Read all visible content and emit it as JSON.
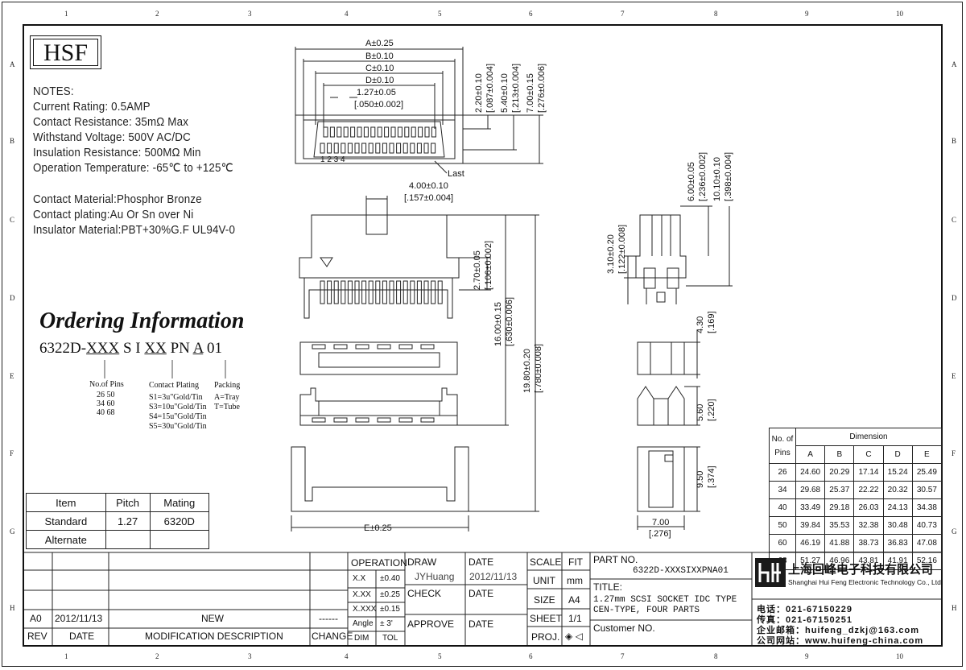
{
  "logo": "HSF",
  "zones": {
    "numbers": [
      "1",
      "2",
      "3",
      "4",
      "5",
      "6",
      "7",
      "8",
      "9",
      "10"
    ],
    "letters": [
      "A",
      "B",
      "C",
      "D",
      "E",
      "F",
      "G",
      "H"
    ]
  },
  "notes": {
    "heading": "NOTES:",
    "lines": [
      "Current Rating: 0.5AMP",
      "Contact Resistance: 35mΩ Max",
      "Withstand Voltage: 500V AC/DC",
      "Insulation Resistance: 500MΩ Min",
      "Operation Temperature: -65℃ to +125℃"
    ],
    "materials": [
      "Contact Material:Phosphor Bronze",
      "Contact plating:Au Or Sn over Ni",
      "Insulator Material:PBT+30%G.F UL94V-0"
    ]
  },
  "ordering": {
    "title": "Ordering Information",
    "pn_prefix": "6322D-",
    "pn_pins": "XXX",
    "pn_si": "S I",
    "pn_plating": "XX",
    "pn_pn": "PN",
    "pn_pack": "A",
    "pn_suffix": "01",
    "pins_label": "No.of Pins",
    "pins_rows": [
      "26  50",
      "34  60",
      "40  68"
    ],
    "plating_label": "Contact Plating",
    "plating_rows": [
      "S1=3u\"Gold/Tin",
      "S3=10u\"Gold/Tin",
      "S4=15u\"Gold/Tin",
      "S5=30u\"Gold/Tin"
    ],
    "packing_label": "Packing",
    "packing_rows": [
      "A=Tray",
      "T=Tube"
    ]
  },
  "pitch_table": {
    "headers": [
      "Item",
      "Pitch",
      "Mating"
    ],
    "rows": [
      [
        "Standard",
        "1.27",
        "6320D"
      ],
      [
        "Alternate",
        "",
        ""
      ]
    ]
  },
  "dim_table": {
    "col1": "No. of",
    "col1b": "Pins",
    "group": "Dimension",
    "cols": [
      "A",
      "B",
      "C",
      "D",
      "E"
    ],
    "rows": [
      [
        "26",
        "24.60",
        "20.29",
        "17.14",
        "15.24",
        "25.49"
      ],
      [
        "34",
        "29.68",
        "25.37",
        "22.22",
        "20.32",
        "30.57"
      ],
      [
        "40",
        "33.49",
        "29.18",
        "26.03",
        "24.13",
        "34.38"
      ],
      [
        "50",
        "39.84",
        "35.53",
        "32.38",
        "30.48",
        "40.73"
      ],
      [
        "60",
        "46.19",
        "41.88",
        "38.73",
        "36.83",
        "47.08"
      ],
      [
        "68",
        "51.27",
        "46.96",
        "43.81",
        "41.91",
        "52.16"
      ]
    ]
  },
  "dims": {
    "a": "A±0.25",
    "b": "B±0.10",
    "c": "C±0.10",
    "d": "D±0.10",
    "pitch1": "1.27±0.05",
    "pitch2": "[.050±0.002]",
    "v1a": "2.20±0.10",
    "v1b": "[.087±0.004]",
    "v2a": "5.40±0.10",
    "v2b": "[.213±0.004]",
    "v3a": "7.00±0.15",
    "v3b": "[.276±0.006]",
    "last": "Last",
    "pin_nums": "1  2  3  4",
    "w4a": "4.00±0.10",
    "w4b": "[.157±0.004]",
    "h27a": "2.70±0.05",
    "h27b": "[.106±0.002]",
    "h16a": "16.00±0.15",
    "h16b": "[.630±0.006]",
    "h198a": "19.80±0.20",
    "h198b": "[.780±0.008]",
    "e": "E±0.25",
    "s6a": "6.00±0.05",
    "s6b": "[.236±0.002]",
    "s10a": "10.10±0.10",
    "s10b": "[.398±0.004]",
    "s31a": "3.10±0.20",
    "s31b": "[.122±0.008]",
    "s43a": "4.30",
    "s43b": "[.169]",
    "s56a": "5.60",
    "s56b": "[.220]",
    "s95a": "9.50",
    "s95b": "[.374]",
    "s7a": "7.00",
    "s7b": "[.276]"
  },
  "title_block": {
    "operation": "OPERATION",
    "tol_rows": [
      [
        "X.X",
        "±0.40"
      ],
      [
        "X.XX",
        "±0.25"
      ],
      [
        "X.XXX",
        "±0.15"
      ],
      [
        "Angle",
        "± 3'"
      ]
    ],
    "dim": "DIM",
    "tol": "TOL",
    "draw": "DRAW",
    "draw_name": "JYHuang",
    "check": "CHECK",
    "approve": "APPROVE",
    "date": "DATE",
    "draw_date": "2012/11/13",
    "scale": "SCALE",
    "fit": "FIT",
    "unit": "UNIT",
    "unit_val": "mm",
    "size": "SIZE",
    "size_val": "A4",
    "sheet": "SHEET",
    "sheet_val": "1/1",
    "proj": "PROJ.",
    "proj_val": "◈ ◁",
    "part_no": "PART NO.",
    "part_no_val": "6322D-XXXSIXXPNA01",
    "title": "TITLE:",
    "title_l1": "1.27mm SCSI SOCKET IDC TYPE",
    "title_l2": "CEN-TYPE, FOUR PARTS",
    "customer": "Customer NO.",
    "rev": "REV",
    "rev_date": "DATE",
    "mod_desc": "MODIFICATION DESCRIPTION",
    "change": "CHANGE",
    "rev_val": "A0",
    "rev_date_val": "2012/11/13",
    "mod_val": "NEW",
    "change_val": "------",
    "company_cn": "上海回峰电子科技有限公司",
    "company_en": "Shanghai Hui Feng Electronic Technology Co., Ltd.",
    "tel": "电话：021-67150229",
    "fax": "传真：021-67150251",
    "email": "企业邮箱：huifeng_dzkj@163.com",
    "web": "公司网站：www.huifeng-china.com"
  }
}
